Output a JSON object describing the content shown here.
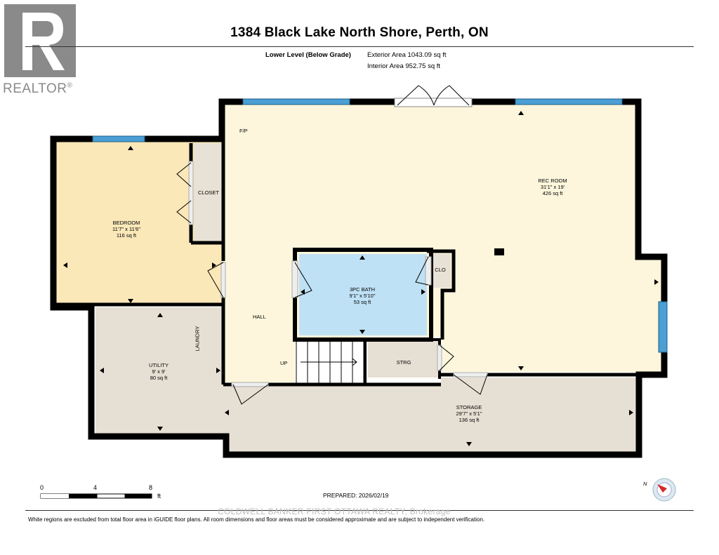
{
  "logo": {
    "text": "REALTOR",
    "mark": "®"
  },
  "header": {
    "title": "1384 Black Lake North Shore, Perth, ON",
    "level": "Lower Level (Below Grade)",
    "exterior_area": "Exterior Area 1043.09 sq ft",
    "interior_area": "Interior Area 952.75 sq ft"
  },
  "rooms": {
    "bedroom": {
      "name": "BEDROOM",
      "dims": "11'7\" x 11'6\"",
      "area": "116 sq ft"
    },
    "closet": {
      "name": "CLOSET"
    },
    "rec_room": {
      "name": "REC ROOM",
      "dims": "31'1\" x 19'",
      "area": "426 sq ft"
    },
    "bath": {
      "name": "3PC BATH",
      "dims": "9'1\" x 5'10\"",
      "area": "53 sq ft"
    },
    "clo": {
      "name": "CLO"
    },
    "hall": {
      "name": "HALL"
    },
    "utility": {
      "name": "UTILITY",
      "dims": "9' x 9'",
      "area": "80 sq ft"
    },
    "laundry": {
      "name": "LAUNDRY"
    },
    "storage": {
      "name": "STORAGE",
      "dims": "29'7\" x 5'1\"",
      "area": "136 sq ft"
    },
    "strg": {
      "name": "STRG"
    },
    "up": {
      "name": "UP"
    },
    "fp": {
      "name": "F/P"
    }
  },
  "scale": {
    "labels": [
      "0",
      "4",
      "8"
    ],
    "unit": "ft"
  },
  "prepared": "PREPARED: 2026/02/19",
  "watermark": "COLDWELL BANKER FIRST OTTAWA REALTY, Brokerage",
  "footer": "White regions are excluded from total floor area in iGUIDE floor plans. All room dimensions and floor areas must be considered approximate and are subject to independent verification.",
  "colors": {
    "bedroom": "#fbe8b8",
    "rec_room": "#fdf6dc",
    "bath": "#bfe1f5",
    "utility": "#e6dfd3",
    "closet": "#e8e2d6",
    "wall": "#000000",
    "window": "#4a9fd4"
  },
  "compass": {
    "north_label": "N"
  }
}
